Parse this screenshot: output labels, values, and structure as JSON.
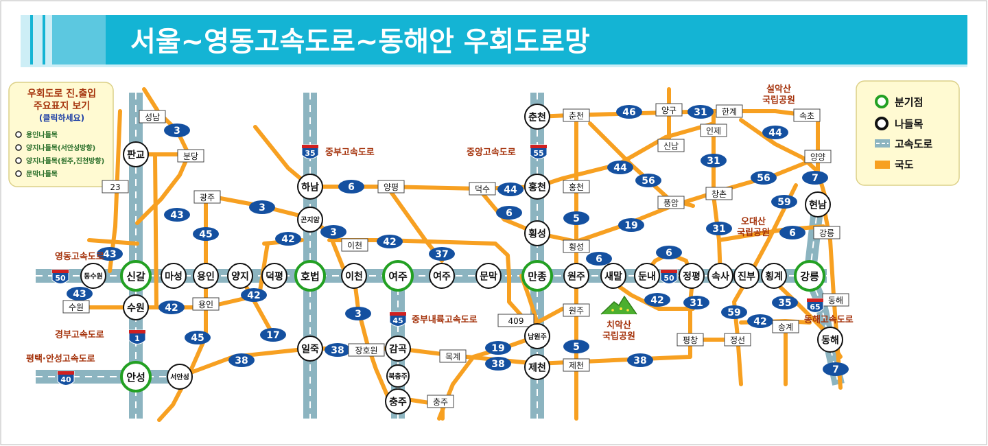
{
  "title": "서울~영동고속도로~동해안 우회도로망",
  "info_box": {
    "line1": "우회도로 진.출입",
    "line2": "주요표지 보기",
    "line3": "(클릭하세요)",
    "items": [
      "용인나들목",
      "양지나들목(서안성방향)",
      "양지나들목(원주,진천방향)",
      "문막나들목"
    ]
  },
  "legend": [
    {
      "kind": "junction",
      "label": "분기점"
    },
    {
      "kind": "ic",
      "label": "나들목"
    },
    {
      "kind": "expressway",
      "label": "고속도로"
    },
    {
      "kind": "national",
      "label": "국도"
    }
  ],
  "colors": {
    "banner": "#14b4d4",
    "banner_pale": "#cdeef6",
    "expressway": "#8cb4c0",
    "national_road": "#f7a021",
    "junction_ring": "#23a023",
    "route_badge": "#1450a0",
    "park": "#4caf2f",
    "label_red": "#a5330c"
  },
  "expressways": [
    {
      "label": "영동고속도로",
      "number": "50"
    },
    {
      "label": "경부고속도로",
      "number": "1"
    },
    {
      "label": "평택·안성고속도로",
      "number": "40"
    },
    {
      "label": "중부고속도로",
      "number": "35"
    },
    {
      "label": "중앙고속도로",
      "number": "55"
    },
    {
      "label": "중부내륙고속도로",
      "number": "45"
    },
    {
      "label": "동해고속도로",
      "number": "65"
    }
  ],
  "other_badges": [
    "50"
  ],
  "junctions": [
    "신갈",
    "호법",
    "여주",
    "만종",
    "강릉",
    "안성"
  ],
  "ics": [
    "동수원",
    "마성",
    "용인",
    "양지",
    "덕평",
    "이천",
    "여주",
    "문막",
    "원주",
    "새말",
    "둔내",
    "정평",
    "속사",
    "진부",
    "횡계",
    "판교",
    "수원",
    "하남",
    "곤지암",
    "일죽",
    "감곡",
    "북충주",
    "충주",
    "춘천",
    "홍천",
    "횡성",
    "남원주",
    "제천",
    "현남",
    "동해",
    "서안성"
  ],
  "towns": [
    "성남",
    "분당",
    "광주",
    "23",
    "수원",
    "용인",
    "양평",
    "이천",
    "장호원",
    "목계",
    "충주",
    "덕수",
    "춘천",
    "홍천",
    "횡성",
    "원주",
    "409",
    "제천",
    "양구",
    "한계",
    "신남",
    "인제",
    "풍암",
    "창촌",
    "평창",
    "정선",
    "속초",
    "양양",
    "강릉",
    "동해",
    "송계"
  ],
  "routes": [
    "3",
    "43",
    "45",
    "43",
    "43",
    "42",
    "42",
    "45",
    "17",
    "3",
    "42",
    "3",
    "42",
    "6",
    "37",
    "3",
    "38",
    "38",
    "19",
    "38",
    "44",
    "6",
    "5",
    "5",
    "38",
    "46",
    "31",
    "44",
    "56",
    "44",
    "19",
    "31",
    "56",
    "59",
    "31",
    "7",
    "6",
    "6",
    "42",
    "31",
    "59",
    "42",
    "35",
    "7",
    "6"
  ],
  "parks": [
    {
      "name": "설악산",
      "sub": "국립공원"
    },
    {
      "name": "오대산",
      "sub": "국립공원"
    },
    {
      "name": "치악산",
      "sub": "국립공원"
    }
  ]
}
